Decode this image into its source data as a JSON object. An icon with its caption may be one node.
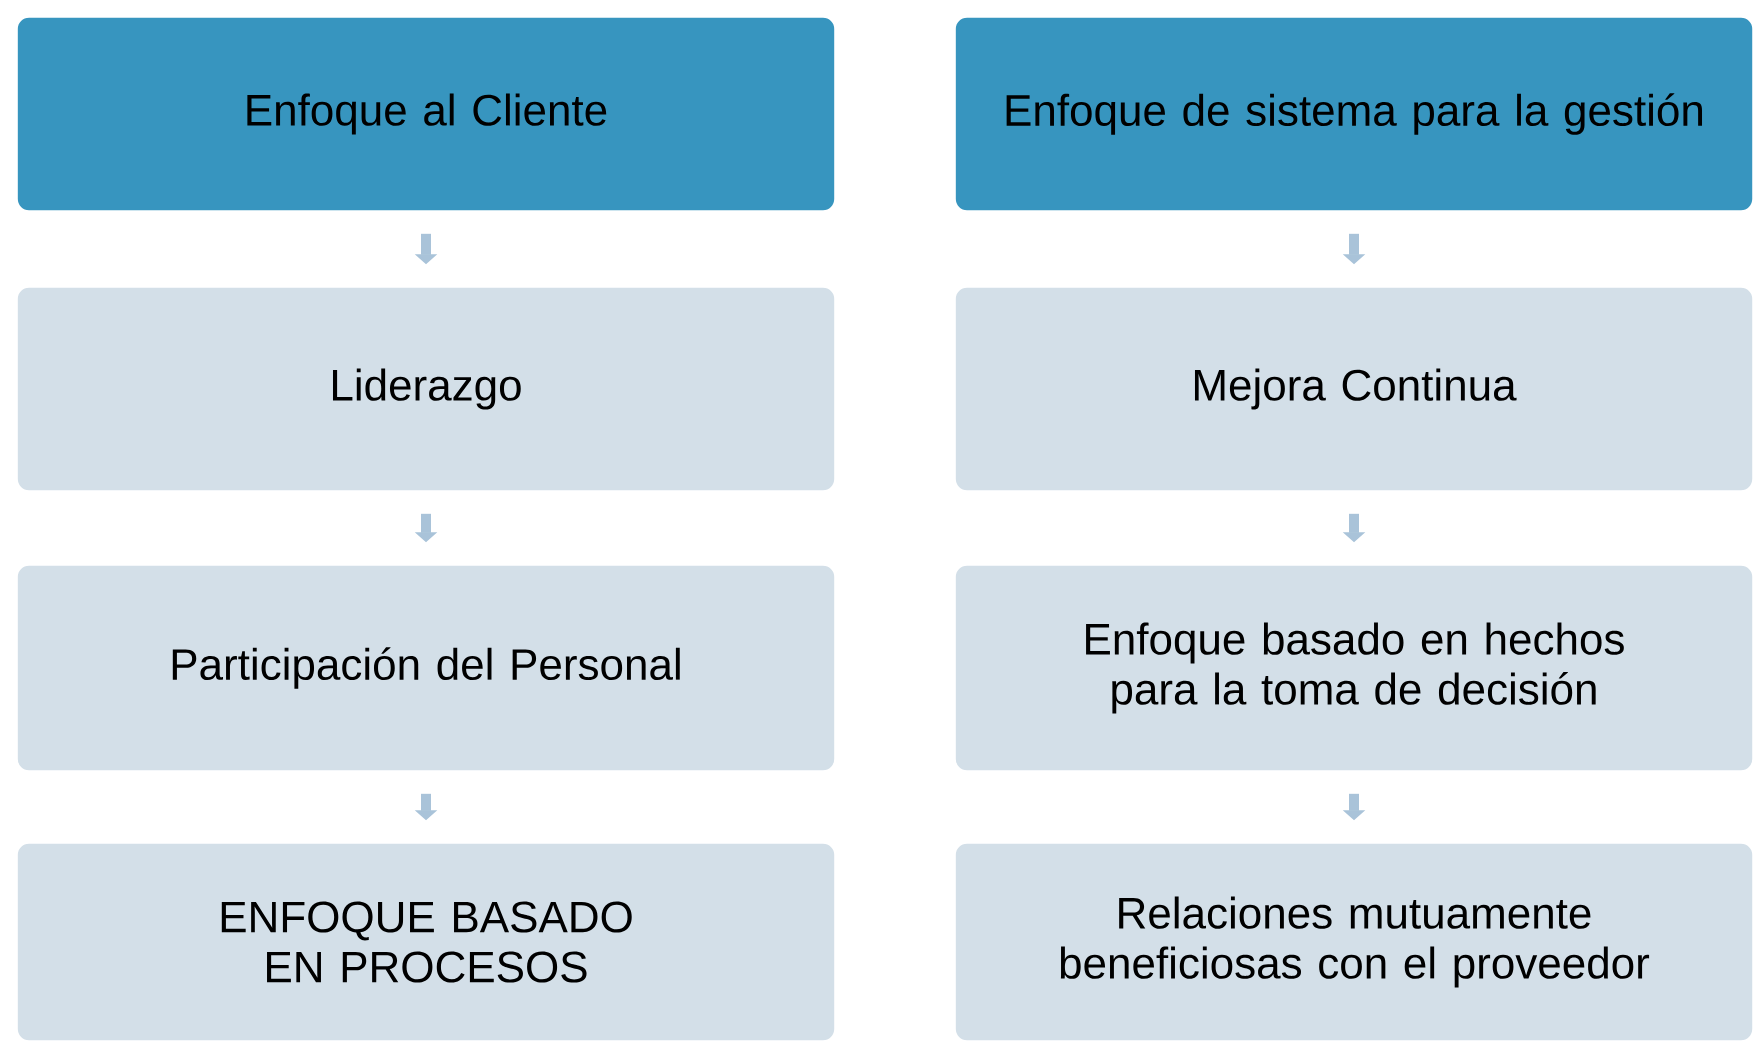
{
  "diagram": {
    "nodes": [
      {
        "text": [
          "Enfoque al Cliente"
        ]
      },
      {
        "text": [
          "Liderazgo"
        ]
      },
      {
        "text": [
          "Participación del Personal"
        ]
      },
      {
        "text": [
          "ENFOQUE BASADO EN PROCESOS"
        ]
      },
      {
        "text": [
          "Enfoque de sistema para la gestión"
        ]
      },
      {
        "text": [
          "Mejora Continua"
        ]
      },
      {
        "text": [
          "Enfoque basado en hechos para la toma de decisión"
        ]
      },
      {
        "text": [
          "Relaciones mutuamente beneficiosas con el proveedor"
        ]
      }
    ],
    "edges": [
      {
        "from": 0,
        "to": 1,
        "arrow": "to"
      },
      {
        "from": 1,
        "to": 2,
        "arrow": "to"
      },
      {
        "from": 2,
        "to": 3,
        "arrow": "to"
      },
      {
        "from": 4,
        "to": 5,
        "arrow": "to"
      },
      {
        "from": 5,
        "to": 6,
        "arrow": "to"
      },
      {
        "from": 6,
        "to": 7,
        "arrow": "to"
      }
    ]
  }
}
